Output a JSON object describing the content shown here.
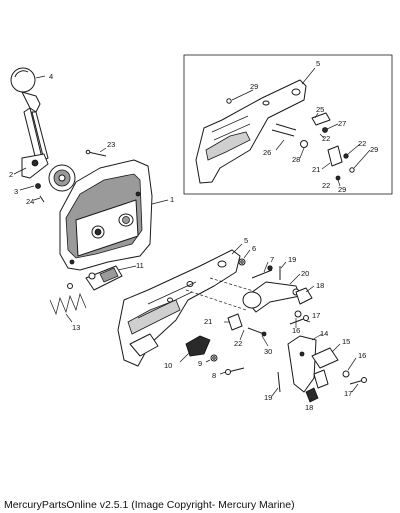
{
  "callouts": {
    "c1": "1",
    "c2": "2",
    "c3": "3",
    "c4": "4",
    "c5a": "5",
    "c5b": "5",
    "c6": "6",
    "c7": "7",
    "c8": "8",
    "c9": "9",
    "c10": "10",
    "c11": "11",
    "c13": "13",
    "c14": "14",
    "c15": "15",
    "c16": "16",
    "c17a": "17",
    "c17b": "17",
    "c18a": "18",
    "c18b": "18",
    "c19a": "19",
    "c19b": "19",
    "c20": "20",
    "c21a": "21",
    "c21b": "21",
    "c22a": "22",
    "c22b": "22",
    "c22c": "22",
    "c23": "23",
    "c24": "24",
    "c25": "25",
    "c26": "26",
    "c27": "27",
    "c28": "28",
    "c29a": "29",
    "c29b": "29",
    "c29c": "29",
    "c30": "30"
  },
  "caption": "MercuryPartsOnline v2.5.1 (Image Copyright- Mercury Marine)"
}
